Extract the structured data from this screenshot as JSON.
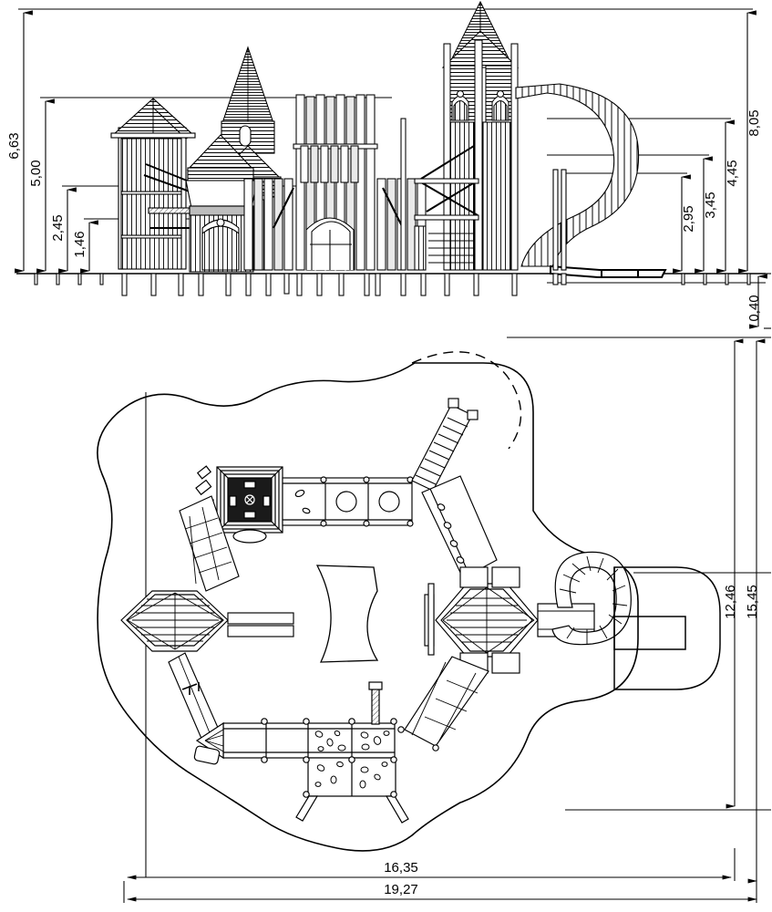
{
  "drawing": {
    "type": "technical-drawing",
    "subject": "playground castle play structure",
    "views": [
      {
        "id": "elevation",
        "name": "side-elevation-view"
      },
      {
        "id": "plan",
        "name": "top-plan-view"
      }
    ],
    "units": "meters (comma decimal separator)"
  },
  "elevation": {
    "name": "elevation-view",
    "dimensions_left": [
      {
        "id": "h_total",
        "label": "6,63"
      },
      {
        "id": "h_500",
        "label": "5,00"
      },
      {
        "id": "h_245",
        "label": "2,45"
      },
      {
        "id": "h_146",
        "label": "1,46"
      }
    ],
    "dimensions_right": [
      {
        "id": "h_805",
        "label": "8,05"
      },
      {
        "id": "h_445",
        "label": "4,45"
      },
      {
        "id": "h_345",
        "label": "3,45"
      },
      {
        "id": "h_295",
        "label": "2,95"
      },
      {
        "id": "h_040",
        "label": "0,40"
      }
    ],
    "elements": [
      "hipped-roof-tower",
      "tall-spire-tower",
      "small-gable-tower",
      "palisade-wall-with-arch-gate",
      "twin-spire-tower",
      "spiral-tube-slide",
      "ground-line",
      "foundation-posts"
    ]
  },
  "plan": {
    "name": "plan-view",
    "dimensions_right": [
      {
        "id": "w_1246",
        "label": "12,46"
      },
      {
        "id": "w_1545",
        "label": "15,45"
      }
    ],
    "dimensions_bottom": [
      {
        "id": "w_1635",
        "label": "16,35"
      },
      {
        "id": "w_1927",
        "label": "19,27"
      }
    ],
    "elements": [
      "square-roof-tower",
      "left-hex-tower",
      "right-hex-tower",
      "bridge-deck-with-portholes",
      "stair-ramp",
      "climbing-wall-panels",
      "spiral-tube-slide",
      "slide-landing-zone",
      "safety-zone-outline"
    ]
  }
}
